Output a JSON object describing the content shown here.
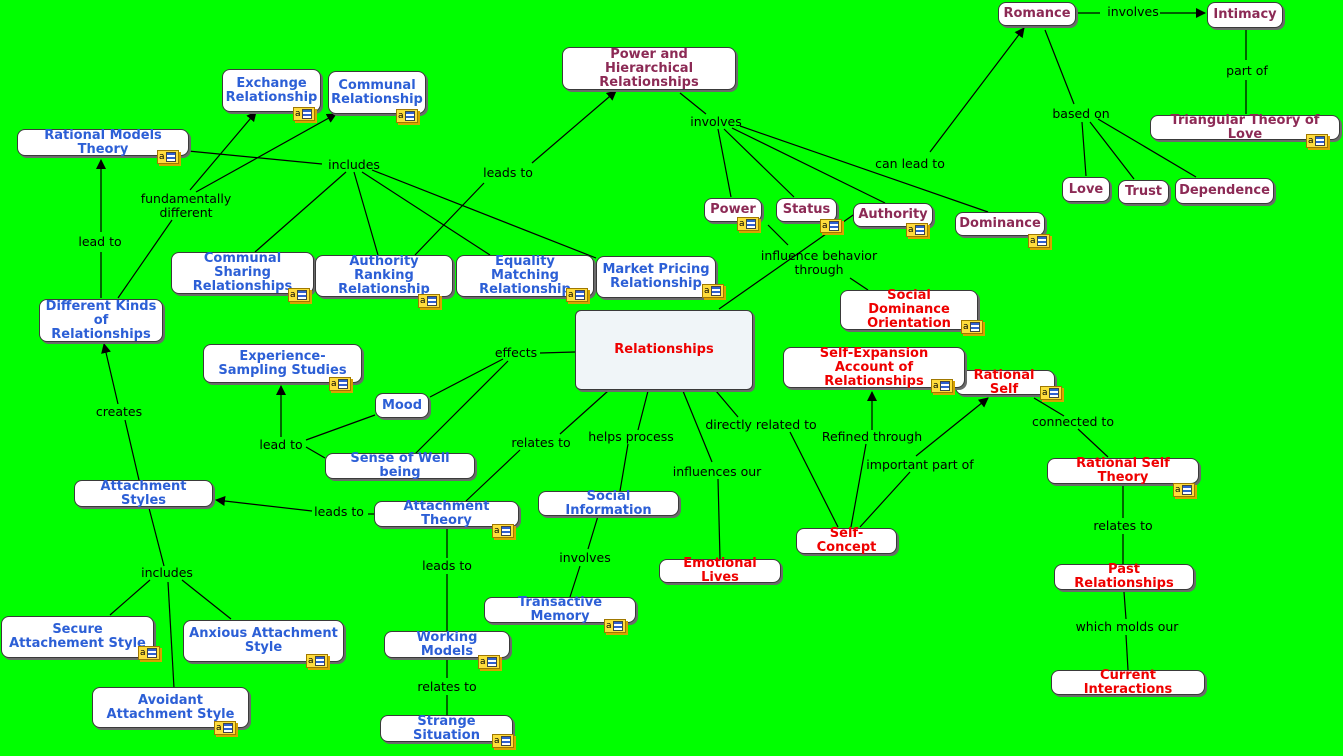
{
  "colors": {
    "background": "#00ff00",
    "blue_node_text": "#2c5fd6",
    "purple_node_text": "#8c2a55",
    "red_node_text": "#ee0000",
    "resource_icon": "#ffdc3c"
  },
  "nodes": {
    "romance": "Romance",
    "intimacy": "Intimacy",
    "triangular_theory": "Triangular Theory of Love",
    "love": "Love",
    "trust": "Trust",
    "dependence": "Dependence",
    "power_hier": "Power and Hierarchical Relationships",
    "power": "Power",
    "status": "Status",
    "authority": "Authority",
    "dominance": "Dominance",
    "social_dominance": "Social Dominance Orientation",
    "exchange": "Exchange Relationship",
    "communal": "Communal Relationship",
    "rational_models": "Rational Models Theory",
    "communal_sharing": "Communal Sharing Relationships",
    "authority_ranking": "Authority Ranking Relationship",
    "equality_matching": "Equality Matching Relationship",
    "market_pricing": "Market Pricing Relationship",
    "relationships": "Relationships",
    "different_kinds": "Different Kinds of Relationships",
    "experience_sampling": "Experience-Sampling Studies",
    "mood": "Mood",
    "well_being": "Sense of Well being",
    "attachment_styles": "Attachment Styles",
    "attachment_theory": "Attachment Theory",
    "social_info": "Social Information",
    "transactive": "Transactive Memory",
    "working_models": "Working Models",
    "strange_situation": "Strange Situation",
    "secure": "Secure Attachement Style",
    "anxious": "Anxious Attachment Style",
    "avoidant": "Avoidant Attachment Style",
    "emotional_lives": "Emotional Lives",
    "self_concept": "Self-Concept",
    "self_expansion": "Self-Expansion Account of Relationships",
    "rational_self": "Rational Self",
    "rational_self_theory": "Rational Self Theory",
    "past_relationships": "Past Relationships",
    "current_interactions": "Current Interactions"
  },
  "links": {
    "involves_romance": "involves",
    "part_of": "part of",
    "based_on": "based on",
    "involves_power": "involves",
    "can_lead_to": "can lead to",
    "influence_behavior": "influence behavior through",
    "leads_to_power": "leads to",
    "includes_rational": "includes",
    "fundamentally_different": "fundamentally different",
    "lead_to": "lead to",
    "effects": "effects",
    "lead_to_experience": "lead to",
    "creates": "creates",
    "includes_attachment": "includes",
    "leads_to_attachment": "leads to",
    "relates_to_rel": "relates to",
    "helps_process": "helps process",
    "influences_our": "influences our",
    "directly_related": "directly related to",
    "refined_through": "Refined through",
    "important_part": "important part of",
    "connected_to": "connected to",
    "relates_to_past": "relates to",
    "which_molds": "which molds our",
    "involves_social": "involves",
    "leads_to_working": "leads to",
    "relates_to_strange": "relates to"
  }
}
